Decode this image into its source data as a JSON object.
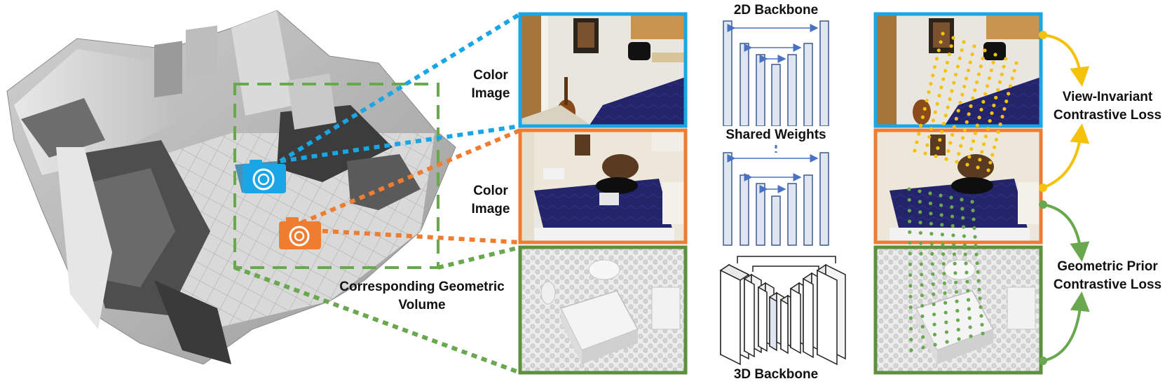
{
  "labels": {
    "color_image_1": [
      "Color",
      "Image"
    ],
    "color_image_2": [
      "Color",
      "Image"
    ],
    "geometric_volume": [
      "Corresponding Geometric",
      "Volume"
    ],
    "backbone_2d": "2D Backbone",
    "shared_weights": "Shared Weights",
    "backbone_3d": "3D Backbone",
    "view_invariant_loss": [
      "View-Invariant",
      "Contrastive Loss"
    ],
    "geometric_prior_loss": [
      "Geometric Prior",
      "Contrastive Loss"
    ]
  },
  "colors": {
    "blue": "#1aa6e4",
    "orange": "#ee7d31",
    "green": "#6aa84f",
    "yellow": "#f5c20b",
    "bar_fill": "#dfe6f2",
    "bar_stroke": "#3d5a8a",
    "arrow": "#4a72c4"
  },
  "icons": [
    "camera-icon-blue",
    "camera-icon-orange"
  ]
}
